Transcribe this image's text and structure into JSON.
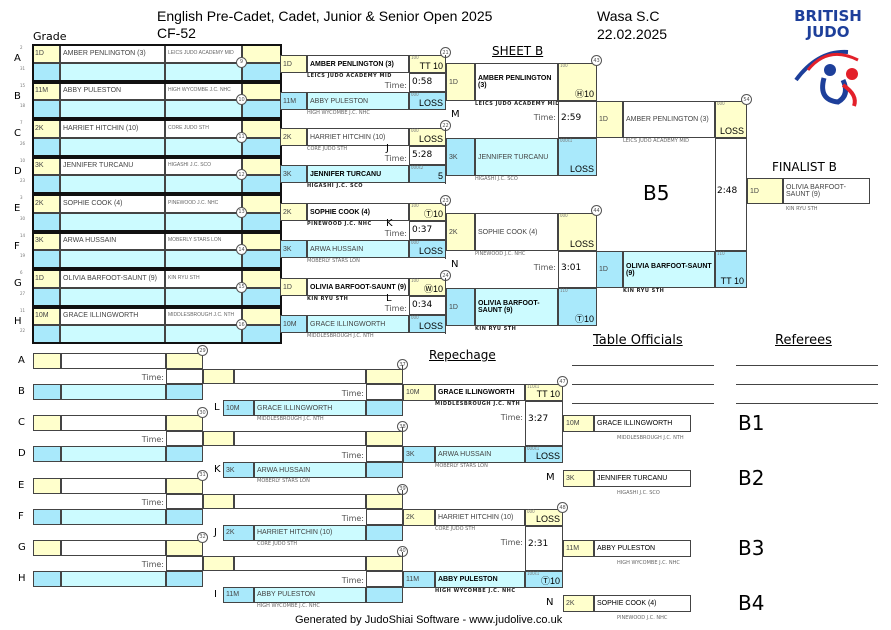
{
  "header": {
    "title": "English Pre-Cadet, Cadet, Junior & Senior Open 2025",
    "category": "CF-52",
    "venue": "Wasa S.C",
    "date": "22.02.2025",
    "grade_label": "Grade",
    "logo_text": [
      "BRITISH",
      "JUDO"
    ],
    "sheet_label": "SHEET B"
  },
  "colors": {
    "white_side": "#ffffcc",
    "blue_side": "#a9e9fb",
    "blue_light": "#ccfbff",
    "logo_blue": "#1d3f9a",
    "logo_red": "#e3202a"
  },
  "pool": [
    {
      "letter": "A",
      "seeds": [
        "2",
        "31"
      ],
      "match": "9",
      "grade": "1D",
      "name": "AMBER PENLINGTON (3)",
      "club": "LEICS JUDO ACADEMY MID"
    },
    {
      "letter": "B",
      "seeds": [
        "15",
        "18"
      ],
      "match": "10",
      "grade": "11M",
      "name": "ABBY PULESTON",
      "club": "HIGH WYCOMBE J.C. NHC"
    },
    {
      "letter": "C",
      "seeds": [
        "7",
        "26"
      ],
      "match": "11",
      "grade": "2K",
      "name": "HARRIET HITCHIN (10)",
      "club": "CORE JUDO STH"
    },
    {
      "letter": "D",
      "seeds": [
        "10",
        "23"
      ],
      "match": "12",
      "grade": "3K",
      "name": "JENNIFER TURCANU",
      "club": "HIGASHI J.C. SCO"
    },
    {
      "letter": "E",
      "seeds": [
        "3",
        "30"
      ],
      "match": "13",
      "grade": "2K",
      "name": "SOPHIE  COOK (4)",
      "club": "PINEWOOD J.C. NHC"
    },
    {
      "letter": "F",
      "seeds": [
        "14",
        "19"
      ],
      "match": "14",
      "grade": "3K",
      "name": "ARWA HUSSAIN",
      "club": "MOBERLY STARS LON"
    },
    {
      "letter": "G",
      "seeds": [
        "6",
        "27"
      ],
      "match": "15",
      "grade": "1D",
      "name": "OLIVIA BARFOOT-SAUNT (9)",
      "club": "KIN RYU STH"
    },
    {
      "letter": "H",
      "seeds": [
        "11",
        "22"
      ],
      "match": "16",
      "grade": "10M",
      "name": "GRACE ILLINGWORTH",
      "club": "MIDDLESBROUGH J.C. NTH"
    }
  ],
  "time_label": "Time:",
  "round2": [
    {
      "no": "21",
      "letter": "",
      "time": "0:58",
      "white": {
        "grade": "1D",
        "name": "AMBER PENLINGTON (3)",
        "club": "LEICS JUDO ACADEMY MID",
        "score": "TT 10",
        "mini": "100",
        "win": true
      },
      "blue": {
        "grade": "11M",
        "name": "ABBY PULESTON",
        "club": "HIGH WYCOMBE J.C. NHC",
        "score": "LOSS",
        "mini": "000",
        "win": false
      }
    },
    {
      "no": "22",
      "letter": "J",
      "time": "5:28",
      "white": {
        "grade": "2K",
        "name": "HARRIET HITCHIN (10)",
        "club": "CORE JUDO STH",
        "score": "LOSS",
        "mini": "000",
        "win": false
      },
      "blue": {
        "grade": "3K",
        "name": "JENNIFER TURCANU",
        "club": "HIGASHI J.C. SCO",
        "score": "5",
        "mini": "000s2",
        "win": true
      }
    },
    {
      "no": "23",
      "letter": "K",
      "time": "0:37",
      "white": {
        "grade": "2K",
        "name": "SOPHIE   COOK (4)",
        "club": "PINEWOOD J.C. NHC",
        "score": "Ⓣ10",
        "mini": "100",
        "win": true
      },
      "blue": {
        "grade": "3K",
        "name": "ARWA HUSSAIN",
        "club": "MOBERLY STARS LON",
        "score": "LOSS",
        "mini": "000",
        "win": false
      }
    },
    {
      "no": "24",
      "letter": "L",
      "time": "0:34",
      "white": {
        "grade": "1D",
        "name": "OLIVIA BARFOOT-SAUNT (9)",
        "club": "KIN RYU STH",
        "score": "Ⓦ10",
        "mini": "100",
        "win": true
      },
      "blue": {
        "grade": "10M",
        "name": "GRACE ILLINGWORTH",
        "club": "MIDDLESBROUGH J.C. NTH",
        "score": "LOSS",
        "mini": "000",
        "win": false
      }
    }
  ],
  "round3": [
    {
      "no": "43",
      "letter": "M",
      "time": "2:59",
      "white": {
        "grade": "1D",
        "name": "AMBER PENLINGTON (3)",
        "club": "LEICS JUDO ACADEMY MID",
        "score": "Ⓗ10",
        "mini": "100",
        "win": true
      },
      "blue": {
        "grade": "3K",
        "name": "JENNIFER TURCANU",
        "club": "HIGASHI J.C. SCO",
        "score": "LOSS",
        "mini": "000s1",
        "win": false
      }
    },
    {
      "no": "44",
      "letter": "N",
      "time": "3:01",
      "white": {
        "grade": "2K",
        "name": "SOPHIE COOK (4)",
        "club": "PINEWOOD J.C. NHC",
        "score": "LOSS",
        "mini": "000",
        "win": false
      },
      "blue": {
        "grade": "1D",
        "name": "OLIVIA BARFOOT-SAUNT (9)",
        "club": "KIN RYU STH",
        "score": "Ⓣ10",
        "mini": "110",
        "win": true
      }
    }
  ],
  "final": {
    "no": "54",
    "label": "B5",
    "time": "2:48",
    "white": {
      "grade": "1D",
      "name": "AMBER PENLINGTON (3)",
      "club": "LEICS JUDO ACADEMY MID",
      "score": "LOSS",
      "mini": "000",
      "win": false
    },
    "blue": {
      "grade": "1D",
      "name": "OLIVIA BARFOOT-SAUNT (9)",
      "club": "KIN RYU STH",
      "score": "TT 10",
      "mini": "110",
      "win": true
    }
  },
  "finalist": {
    "label": "FINALIST B",
    "grade": "1D",
    "name": "OLIVIA BARFOOT-SAUNT (9)",
    "club": "KIN RYU STH"
  },
  "repechage": {
    "label": "Repechage",
    "groups": [
      {
        "top": "A",
        "bottom": "B",
        "first_match": "29",
        "second_match": "37",
        "loser": {
          "letter": "L",
          "grade": "10M",
          "name": "GRACE ILLINGWORTH",
          "club": "MIDDLESBROUGH J.C. NTH"
        }
      },
      {
        "top": "C",
        "bottom": "D",
        "first_match": "30",
        "second_match": "38",
        "loser": {
          "letter": "K",
          "grade": "3K",
          "name": "ARWA HUSSAIN",
          "club": "MOBERLY STARS LON"
        }
      },
      {
        "top": "E",
        "bottom": "F",
        "first_match": "31",
        "second_match": "39",
        "loser": {
          "letter": "J",
          "grade": "2K",
          "name": "HARRIET HITCHIN (10)",
          "club": "CORE JUDO STH"
        }
      },
      {
        "top": "G",
        "bottom": "H",
        "first_match": "32",
        "second_match": "40",
        "loser": {
          "letter": "I",
          "grade": "11M",
          "name": "ABBY PULESTON",
          "club": "HIGH WYCOMBE J.C. NHC"
        }
      }
    ],
    "matches": [
      {
        "no": "47",
        "time": "3:27",
        "white": {
          "grade": "10M",
          "name": "GRACE ILLINGWORTH",
          "club": "MIDDLESBROUGH J.C. NTH",
          "score": "TT 10",
          "mini": "110s1",
          "win": true
        },
        "blue": {
          "grade": "3K",
          "name": "ARWA HUSSAIN",
          "club": "MOBERLY STARS LON",
          "score": "LOSS",
          "mini": "000s1",
          "win": false
        }
      },
      {
        "no": "48",
        "time": "2:31",
        "white": {
          "grade": "2K",
          "name": "HARRIET HITCHIN (10)",
          "club": "CORE JUDO STH",
          "score": "LOSS",
          "mini": "000",
          "win": false
        },
        "blue": {
          "grade": "11M",
          "name": "ABBY PULESTON",
          "club": "HIGH WYCOMBE J.C. NHC",
          "score": "Ⓣ10",
          "mini": "100s1",
          "win": true
        }
      }
    ]
  },
  "bronze": [
    {
      "label": "B1",
      "letter": "",
      "grade": "10M",
      "name": "GRACE ILLINGWORTH",
      "club": "MIDDLESBROUGH J.C. NTH"
    },
    {
      "label": "B2",
      "letter": "M",
      "grade": "3K",
      "name": "JENNIFER TURCANU",
      "club": "HIGASHI J.C. SCO"
    },
    {
      "label": "B3",
      "letter": "",
      "grade": "11M",
      "name": "ABBY PULESTON",
      "club": "HIGH WYCOMBE J.C. NHC"
    },
    {
      "label": "B4",
      "letter": "N",
      "grade": "2K",
      "name": "SOPHIE   COOK (4)",
      "club": "PINEWOOD J.C. NHC"
    }
  ],
  "officials": {
    "table_label": "Table Officials",
    "referees_label": "Referees"
  },
  "footer": "Generated by JudoShiai Software - www.judolive.co.uk"
}
